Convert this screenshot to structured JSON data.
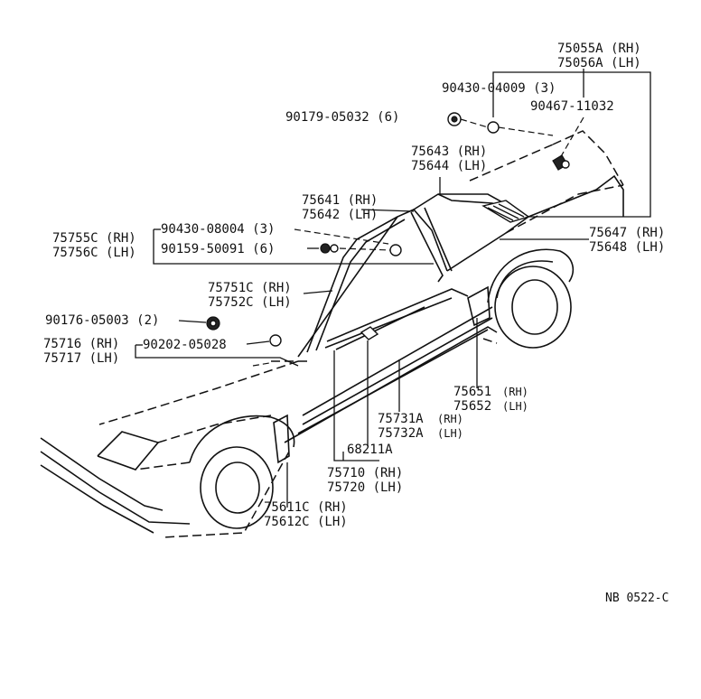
{
  "labels": {
    "p75055A": "75055A (RH)",
    "p75056A": "75056A (LH)",
    "p90430_04009": "90430-04009 (3)",
    "p90467": "90467-11032",
    "p90179": "90179-05032 (6)",
    "p75643": "75643 (RH)",
    "p75644": "75644 (LH)",
    "p75641": "75641 (RH)",
    "p75642": "75642 (LH)",
    "p90430_08004": "90430-08004 (3)",
    "p90159": "90159-50091 (6)",
    "p75755C": "75755C (RH)",
    "p75756C": "75756C (LH)",
    "p75647": "75647 (RH)",
    "p75648": "75648 (LH)",
    "p75751C": "75751C (RH)",
    "p75752C": "75752C (LH)",
    "p90176": "90176-05003 (2)",
    "p75716": "75716 (RH)",
    "p75717": "75717 (LH)",
    "p90202": "90202-05028",
    "p75651": "75651",
    "p75651rh": "(RH)",
    "p75652": "75652",
    "p75652lh": "(LH)",
    "p75731A": "75731A",
    "p75731Arh": "(RH)",
    "p75732A": "75732A",
    "p75732Alh": "(LH)",
    "p68211A": "68211A",
    "p75710": "75710 (RH)",
    "p75720": "75720 (LH)",
    "p75611C": "75611C (RH)",
    "p75612C": "75612C (LH)"
  },
  "diagram_code": "NB 0522-C"
}
